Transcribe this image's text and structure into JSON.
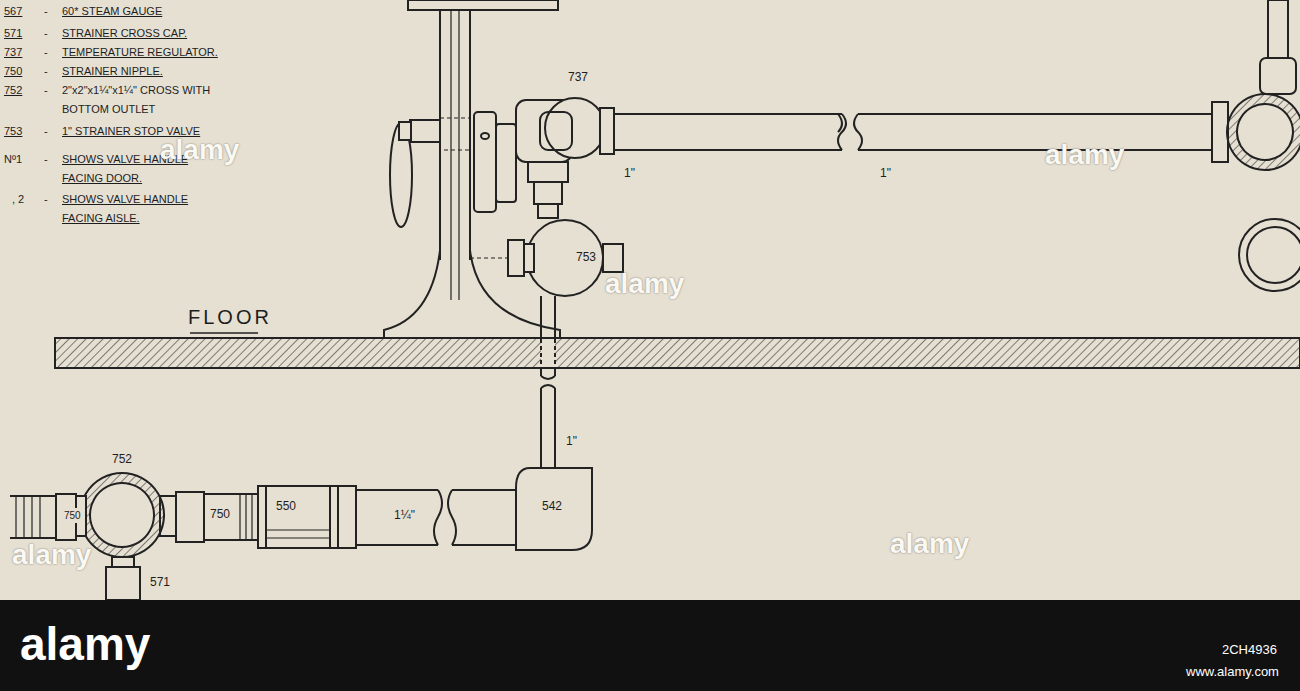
{
  "diagram": {
    "labels": [
      "567",
      "-",
      "60* STEAM GAUGE",
      "571",
      "-",
      "STRAINER CROSS CAP.",
      "737",
      "-",
      "TEMPERATURE REGULATOR.",
      "750",
      "-",
      "STRAINER NIPPLE.",
      "752",
      "-",
      "2\"x2\"x1¼\"x1¼\" CROSS WITH BOTTOM OUTLET",
      "753",
      "-",
      "1\" STRAINER STOP VALVE",
      "Nº1",
      "-",
      "SHOWS VALVE HANDLE FACING DOOR.",
      ", 2",
      "-",
      "SHOWS VALVE HANDLE FACING AISLE.",
      "FLOOR",
      "737",
      "1\"",
      "1\"",
      "753",
      "1\"",
      "752",
      "750",
      "750",
      "550",
      "1¼\"",
      "542",
      "571",
      "alamy",
      "alamy",
      "alamy",
      "alamy",
      "alamy",
      "alamy",
      "2CH4936",
      "www.alamy.com"
    ]
  }
}
